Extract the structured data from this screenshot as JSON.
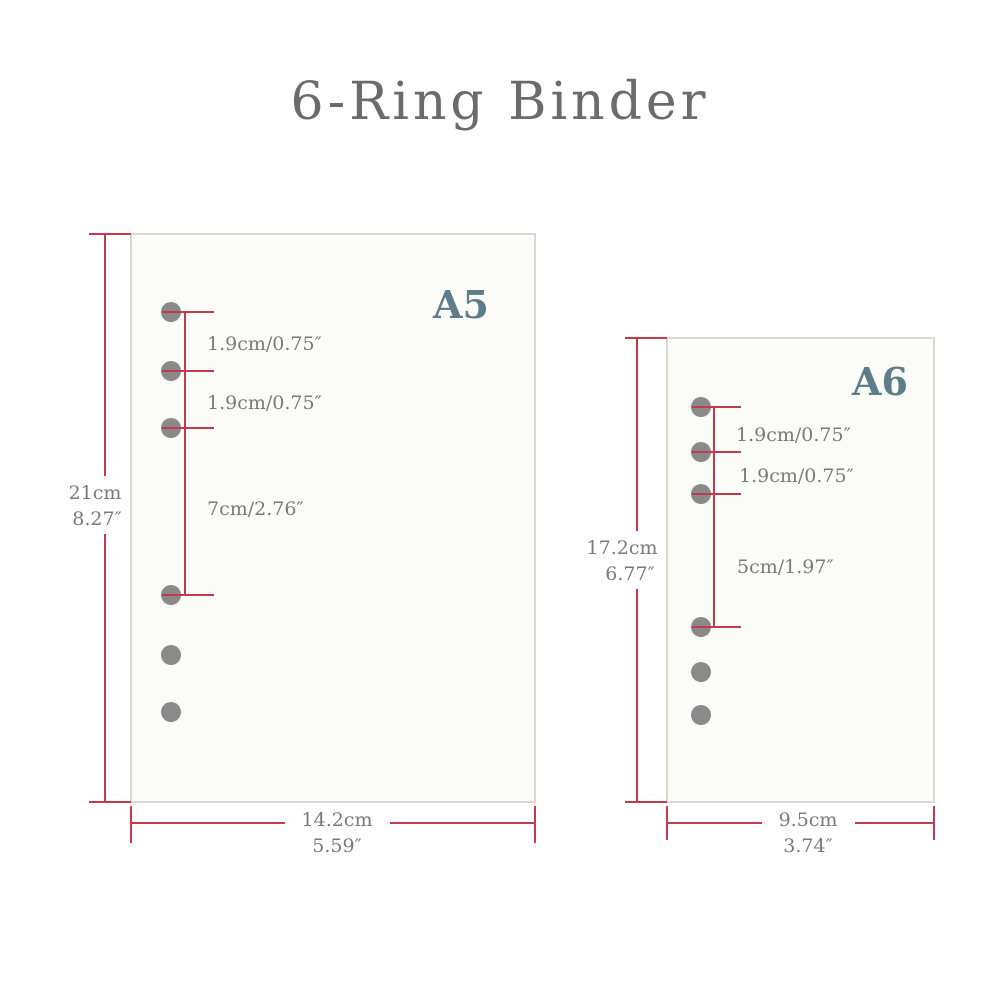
{
  "title": "6-Ring Binder",
  "colors": {
    "dimension_line": "#c23a4e",
    "page_fill": "#fbfbf7",
    "page_border": "#d9d9d4",
    "hole": "#8a8a8a",
    "size_label": "#5e7d8a",
    "text": "#7a7a7a"
  },
  "a5": {
    "name": "A5",
    "height_cm": "21cm",
    "height_in": "8.27″",
    "width_cm": "14.2cm",
    "width_in": "5.59″",
    "spacing_1": "1.9cm/0.75″",
    "spacing_2": "1.9cm/0.75″",
    "spacing_3": "7cm/2.76″"
  },
  "a6": {
    "name": "A6",
    "height_cm": "17.2cm",
    "height_in": "6.77″",
    "width_cm": "9.5cm",
    "width_in": "3.74″",
    "spacing_1": "1.9cm/0.75″",
    "spacing_2": "1.9cm/0.75″",
    "spacing_3": "5cm/1.97″"
  }
}
